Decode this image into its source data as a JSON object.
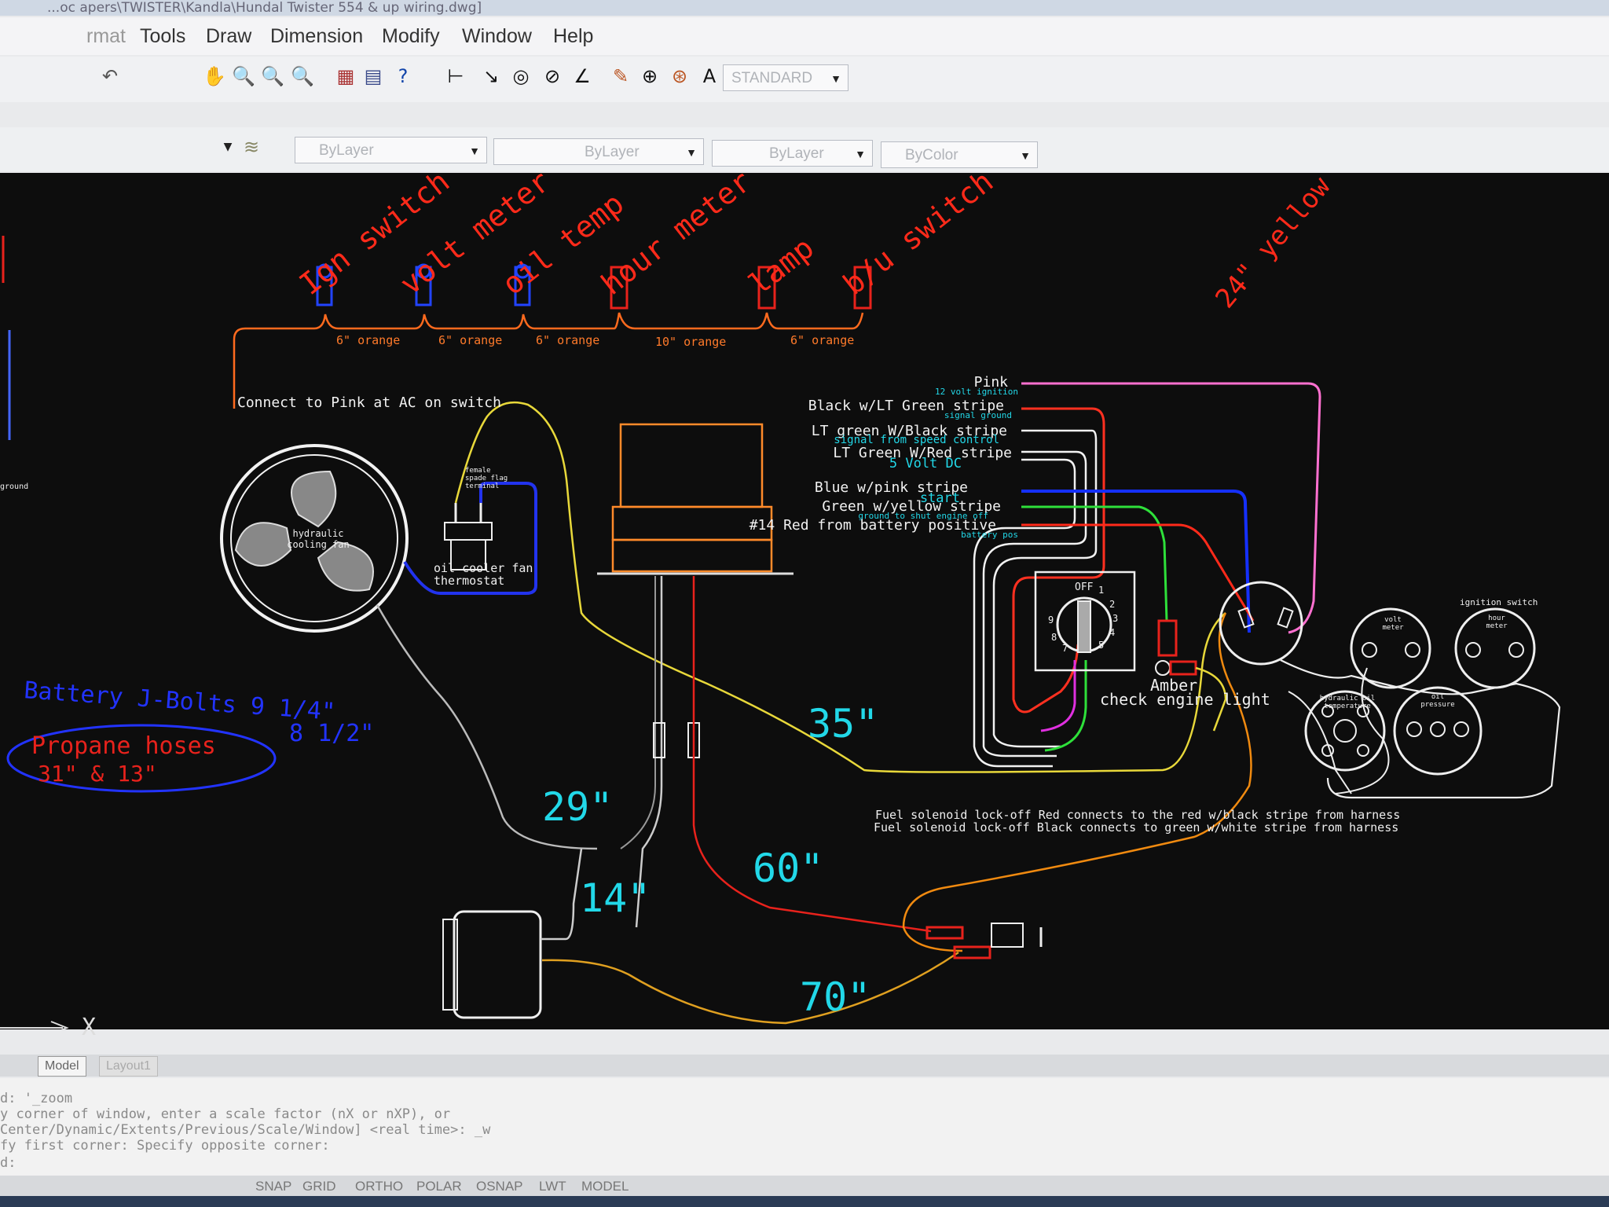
{
  "titlebar": {
    "text": "...oc apers\\TWISTER\\Kandla\\Hundal Twister 554 & up wiring.dwg]"
  },
  "menu": [
    "rmat",
    "Tools",
    "Draw",
    "Dimension",
    "Modify",
    "Window",
    "Help"
  ],
  "toolbar": {
    "text_style": "STANDARD"
  },
  "properties": {
    "layer": "ByLayer",
    "linetype": "ByLayer",
    "lineweight": "ByLayer",
    "color": "ByColor"
  },
  "tabs": {
    "model": "Model",
    "layout": "Layout1"
  },
  "command": {
    "line1": "d: '_zoom",
    "line2": "y corner of window, enter a scale factor (nX or nXP), or",
    "line3": "Center/Dynamic/Extents/Previous/Scale/Window] <real time>: _w",
    "line4": "fy first corner: Specify opposite corner:",
    "line5": "d:"
  },
  "status": {
    "snap": "SNAP",
    "grid": "GRID",
    "ortho": "ORTHO",
    "polar": "POLAR",
    "osnap": "OSNAP",
    "lwt": "LWT",
    "model": "MODEL"
  },
  "drawing": {
    "gauges_top": [
      {
        "label": "Ign switch",
        "color": "#e8221c"
      },
      {
        "label": "volt meter",
        "color": "#e8221c"
      },
      {
        "label": "oil temp",
        "color": "#e8221c"
      },
      {
        "label": "hour meter",
        "color": "#e8221c"
      },
      {
        "label": "lamp",
        "color": "#e8221c"
      },
      {
        "label": "b/u switch",
        "color": "#e8221c"
      }
    ],
    "segments": [
      "6\" orange",
      "6\" orange",
      "6\" orange",
      "10\" orange",
      "6\" orange"
    ],
    "connect_note": "Connect to Pink at AC on switch",
    "yellow_24": "24\" yellow",
    "wires": [
      {
        "name": "Pink",
        "note": "12 volt ignition"
      },
      {
        "name": "Black w/LT Green stripe",
        "note": "signal ground"
      },
      {
        "name": "LT green W/Black stripe",
        "note": "signal from speed control"
      },
      {
        "name": "LT Green W/Red stripe",
        "note": "5 Volt DC"
      },
      {
        "name": "Blue w/pink stripe",
        "note": "start"
      },
      {
        "name": "Green w/yellow stripe",
        "note": "ground to shut engine off"
      },
      {
        "name": "#14 Red from battery positive",
        "note": "battery pos"
      }
    ],
    "fan_label": "hydraulic cooling fan",
    "thermostat_label1": "oil cooler fan",
    "thermostat_label2": "thermostat",
    "thermostat_note": "female spade flag terminal",
    "battery_text": "Battery J-Bolts 9 1/4\"",
    "battery_text2": "8 1/2\"",
    "propane_text": "Propane hoses",
    "propane_text2": "31\" & 13\"",
    "dim_35": "35\"",
    "dim_29": "29\"",
    "dim_14": "14\"",
    "dim_60": "60\"",
    "dim_70": "70\"",
    "amber_text1": "Amber",
    "amber_text2": "check engine light",
    "fuel_note1": "Fuel solenoid lock-off Red connects to the red w/black stripe from harness",
    "fuel_note2": "Fuel solenoid lock-off Black connects to green w/white stripe from harness",
    "switch_off": "OFF",
    "switch_nums": [
      "1",
      "2",
      "3",
      "4",
      "5",
      "7",
      "8",
      "9"
    ],
    "gauge_labels": [
      "volt meter",
      "hour meter",
      "hydraulic oil temperature",
      "oil pressure",
      "ignition switch"
    ],
    "left_edge": "ground",
    "axis_label": "X"
  }
}
